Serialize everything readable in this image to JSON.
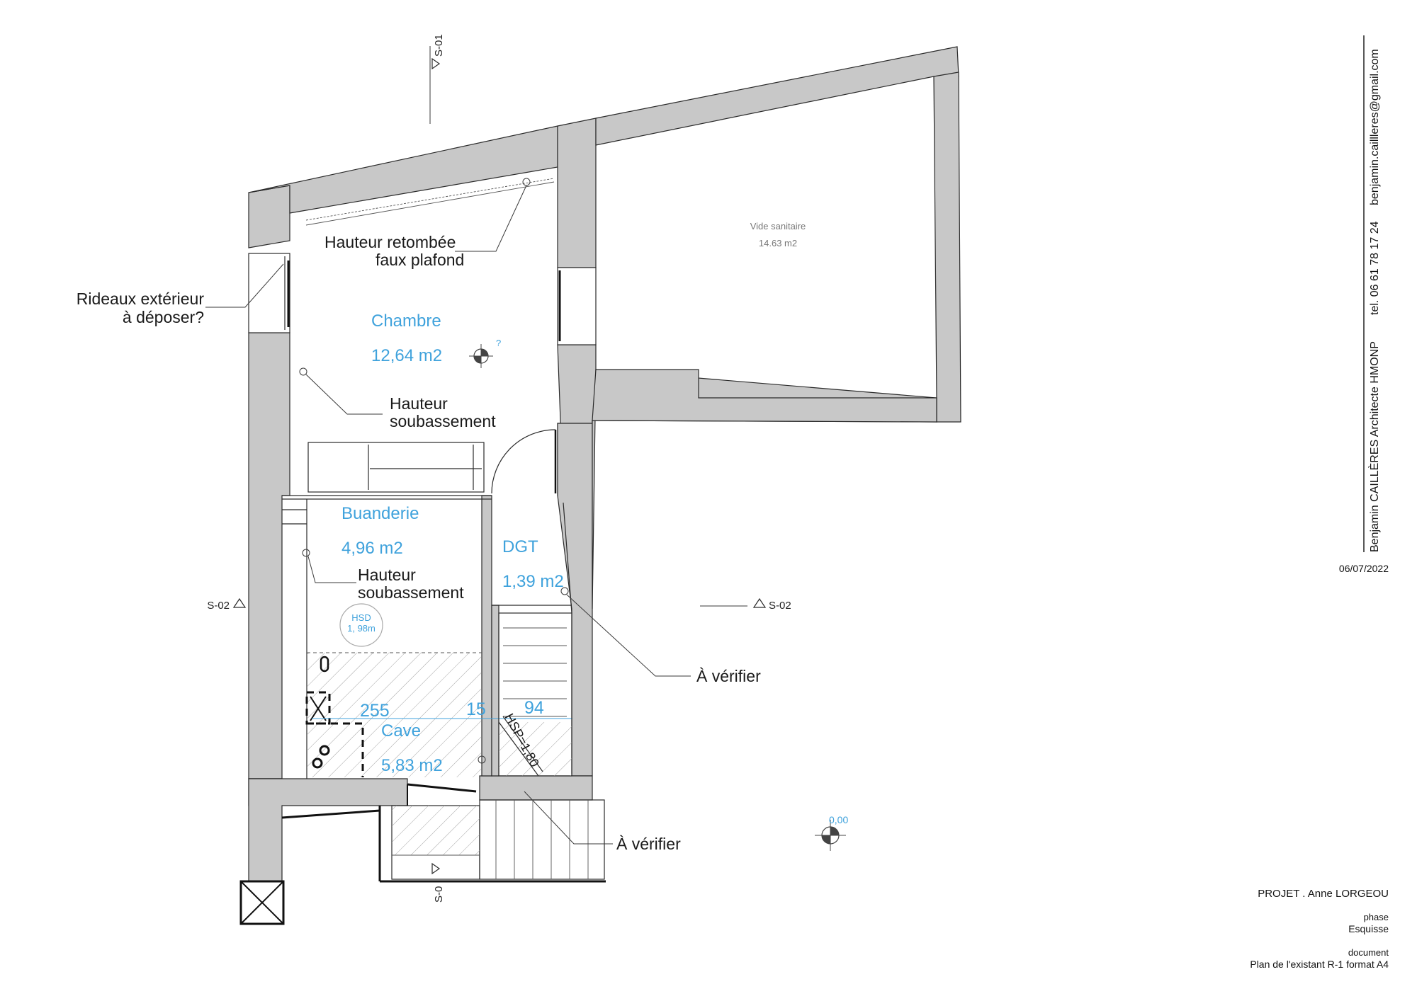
{
  "annotations": {
    "retombee_line1": "Hauteur  retombée",
    "retombee_line2": "faux plafond",
    "rideaux_line1": "Rideaux extérieur",
    "rideaux_line2": "à déposer?",
    "soubassement_chambre_line1": "Hauteur",
    "soubassement_chambre_line2": "soubassement",
    "soubassement_buanderie_line1": "Hauteur",
    "soubassement_buanderie_line2": "soubassement",
    "verifier_1": "À vérifier",
    "verifier_2": "À vérifier"
  },
  "rooms": {
    "chambre": {
      "name": "Chambre",
      "area": "12,64 m2"
    },
    "buanderie": {
      "name": "Buanderie",
      "area": "4,96 m2"
    },
    "dgt": {
      "name": "DGT",
      "area": "1,39 m2"
    },
    "cave": {
      "name": "Cave",
      "area": "5,83 m2"
    },
    "vide": {
      "name": "Vide sanitaire",
      "area": "14.63 m2"
    }
  },
  "badges": {
    "hsd_line1": "HSD",
    "hsd_line2": "1, 98m",
    "hsp": "HSP=1,80"
  },
  "dimensions": {
    "d1": "255",
    "d2": "15",
    "d3": "94"
  },
  "levels": {
    "ground": "0,00",
    "chambre_marker": "?"
  },
  "sections": {
    "s01_top": "S-01",
    "s01_bottom": "S-0",
    "s02_left": "S-02",
    "s02_right": "S-02"
  },
  "sidebar": {
    "architect": "Benjamin CAILLÈRES Architecte HMONP",
    "tel": "tel. 06 61 78 17 24",
    "email": "benjamin.caillleres@gmail.com",
    "date": "06/07/2022"
  },
  "titleblock": {
    "project": "PROJET . Anne LORGEOU",
    "phase_label": "phase",
    "phase": "Esquisse",
    "document_label": "document",
    "document": "Plan de l'existant R-1 format A4"
  }
}
